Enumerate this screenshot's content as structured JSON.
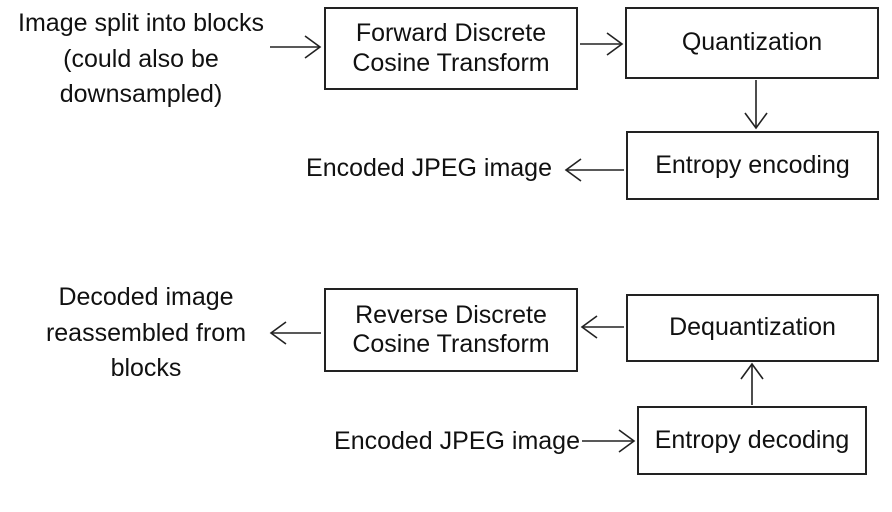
{
  "encoder": {
    "input_label": "Image split into blocks\n(could also be\ndownsampled)",
    "fdct_box": "Forward Discrete\nCosine Transform",
    "quantization_box": "Quantization",
    "entropy_encoding_box": "Entropy  encoding",
    "output_label": "Encoded JPEG image"
  },
  "decoder": {
    "output_label": "Decoded image\nreassembled from\nblocks",
    "rdct_box": "Reverse Discrete\nCosine Transform",
    "dequantization_box": "Dequantization",
    "entropy_decoding_box": "Entropy decoding",
    "input_label": "Encoded JPEG image"
  }
}
